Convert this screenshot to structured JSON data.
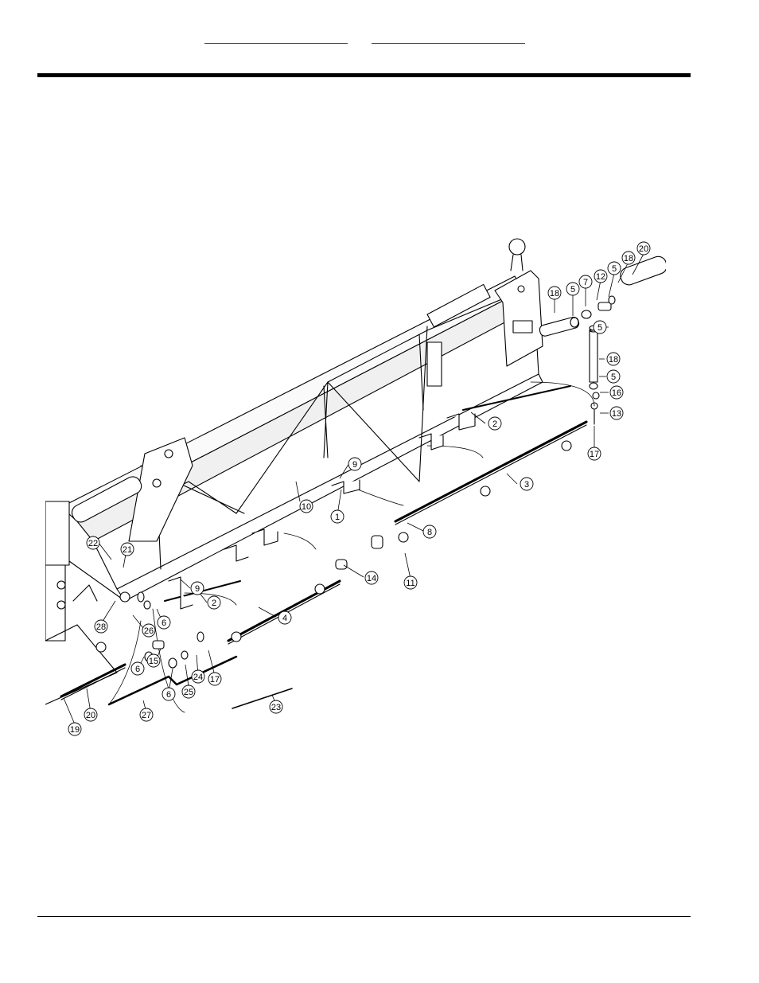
{
  "header": {
    "link_1": "",
    "link_2": ""
  },
  "diagram": {
    "callouts": [
      {
        "id": "c20a",
        "label": "20"
      },
      {
        "id": "c18a",
        "label": "18"
      },
      {
        "id": "c5a",
        "label": "5"
      },
      {
        "id": "c12",
        "label": "12"
      },
      {
        "id": "c7",
        "label": "7"
      },
      {
        "id": "c5b",
        "label": "5"
      },
      {
        "id": "c18b",
        "label": "18"
      },
      {
        "id": "c5c",
        "label": "5"
      },
      {
        "id": "c18c",
        "label": "18"
      },
      {
        "id": "c5d",
        "label": "5"
      },
      {
        "id": "c16",
        "label": "16"
      },
      {
        "id": "c13",
        "label": "13"
      },
      {
        "id": "c17a",
        "label": "17"
      },
      {
        "id": "c2a",
        "label": "2"
      },
      {
        "id": "c3",
        "label": "3"
      },
      {
        "id": "c9a",
        "label": "9"
      },
      {
        "id": "c10",
        "label": "10"
      },
      {
        "id": "c1",
        "label": "1"
      },
      {
        "id": "c8",
        "label": "8"
      },
      {
        "id": "c14",
        "label": "14"
      },
      {
        "id": "c11",
        "label": "11"
      },
      {
        "id": "c22",
        "label": "22"
      },
      {
        "id": "c21",
        "label": "21"
      },
      {
        "id": "c9b",
        "label": "9"
      },
      {
        "id": "c2b",
        "label": "2"
      },
      {
        "id": "c4",
        "label": "4"
      },
      {
        "id": "c28",
        "label": "28"
      },
      {
        "id": "c26",
        "label": "26"
      },
      {
        "id": "c6a",
        "label": "6"
      },
      {
        "id": "c6b",
        "label": "6"
      },
      {
        "id": "c15",
        "label": "15"
      },
      {
        "id": "c24",
        "label": "24"
      },
      {
        "id": "c17b",
        "label": "17"
      },
      {
        "id": "c25",
        "label": "25"
      },
      {
        "id": "c6c",
        "label": "6"
      },
      {
        "id": "c19",
        "label": "19"
      },
      {
        "id": "c20b",
        "label": "20"
      },
      {
        "id": "c27",
        "label": "27"
      },
      {
        "id": "c23",
        "label": "23"
      }
    ]
  }
}
